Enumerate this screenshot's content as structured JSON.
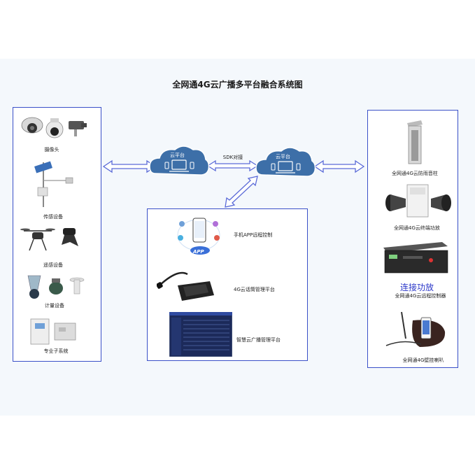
{
  "title": "全网通4G云广播多平台融合系统图",
  "sdk_label": "SDK对接",
  "clouds": [
    {
      "label": "云平台"
    },
    {
      "label": "云平台"
    }
  ],
  "left_panel": {
    "items": [
      {
        "label": "摄像头",
        "icon": "camera-icon"
      },
      {
        "label": "传感设备",
        "icon": "sensor-pole-icon"
      },
      {
        "label": "遥感设备",
        "icon": "drone-icon"
      },
      {
        "label": "计量设备",
        "icon": "meter-icon"
      },
      {
        "label": "专业子系统",
        "icon": "cabinet-icon"
      }
    ]
  },
  "middle_panel": {
    "items": [
      {
        "label": "手机APP远程控制",
        "icon": "phone-app-icon",
        "badge": "APP"
      },
      {
        "label": "4G云话筒管理平台",
        "icon": "microphone-console-icon"
      },
      {
        "label": "智慧云广播管理平台",
        "icon": "dashboard-screen-icon"
      }
    ]
  },
  "right_panel": {
    "items": [
      {
        "label": "全网通4G云防雨音柱",
        "icon": "column-speaker-icon"
      },
      {
        "label": "全网通4G云终端功放",
        "icon": "horn-speaker-icon"
      },
      {
        "label": "全网通4G云远程控制器",
        "icon": "rack-controller-icon"
      },
      {
        "label": "全网通4G壁挂喇叭",
        "icon": "wall-speaker-icon"
      }
    ],
    "overlay_text": "连接功放"
  },
  "colors": {
    "panel_border": "#3a50c8",
    "arrow": "#5a6ad8",
    "cloud": "#3d6fa8",
    "overlay": "#2a36c8"
  }
}
